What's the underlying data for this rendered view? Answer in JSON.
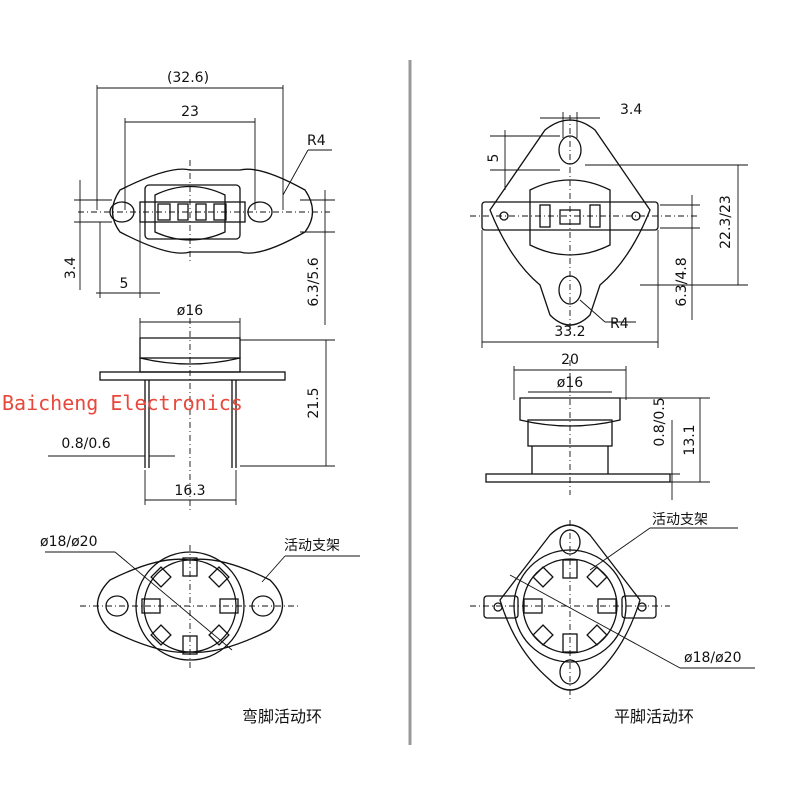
{
  "watermark": "Baicheng Electronics",
  "left_drawing": {
    "top_view": {
      "overall_width": "(32.6)",
      "center_width": "23",
      "radius": "R4",
      "ear_height": "3.4",
      "hole_offset": "5",
      "height_right": "6.3/5.6"
    },
    "side_view": {
      "diameter": "ø16",
      "total_height": "21.5",
      "thickness": "0.8/0.6",
      "leg_spacing": "16.3"
    },
    "bottom_view": {
      "diameter": "ø18/ø20",
      "bracket_label": "活动支架"
    },
    "caption": "弯脚活动环"
  },
  "right_drawing": {
    "top_view": {
      "hole_width": "3.4",
      "hole_offset": "5",
      "height_total": "22.3/23",
      "height_lower": "6.3/4.8",
      "overall_width": "33.2",
      "radius": "R4"
    },
    "side_view": {
      "outer_width": "20",
      "diameter": "ø16",
      "thickness": "0.8/0.5",
      "total_height": "13.1"
    },
    "bottom_view": {
      "bracket_label": "活动支架",
      "diameter": "ø18/ø20"
    },
    "caption": "平脚活动环"
  }
}
